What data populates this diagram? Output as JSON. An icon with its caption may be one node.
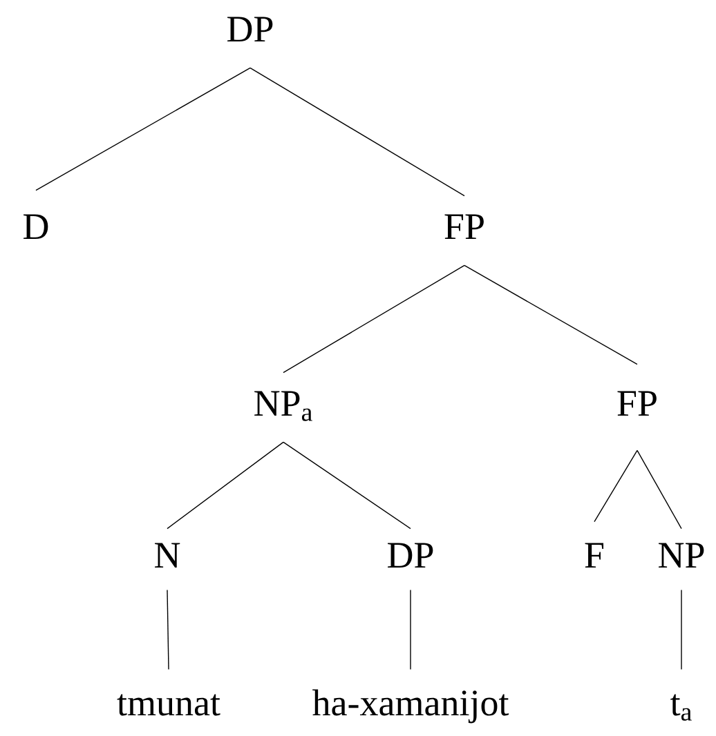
{
  "diagram": {
    "nodes": [
      {
        "text": [
          "DP"
        ]
      },
      {
        "text": [
          "D"
        ]
      },
      {
        "text": [
          "FP"
        ]
      },
      {
        "text": [
          "NP$_{a}$"
        ]
      },
      {
        "text": [
          "FP"
        ]
      },
      {
        "text": [
          "N"
        ]
      },
      {
        "text": [
          "DP"
        ]
      },
      {
        "text": [
          "F"
        ]
      },
      {
        "text": [
          "NP"
        ]
      },
      {
        "text": [
          "tmunat"
        ]
      },
      {
        "text": [
          "ha-xamanijot"
        ]
      },
      {
        "text": [
          "t$_{a}$"
        ]
      }
    ],
    "edges": [
      {
        "from": 0,
        "to": 1,
        "arrow": "none"
      },
      {
        "from": 0,
        "to": 2,
        "arrow": "none"
      },
      {
        "from": 2,
        "to": 3,
        "arrow": "none"
      },
      {
        "from": 2,
        "to": 4,
        "arrow": "none"
      },
      {
        "from": 3,
        "to": 5,
        "arrow": "none"
      },
      {
        "from": 3,
        "to": 6,
        "arrow": "none"
      },
      {
        "from": 4,
        "to": 7,
        "arrow": "none"
      },
      {
        "from": 4,
        "to": 8,
        "arrow": "none"
      },
      {
        "from": 5,
        "to": 9,
        "arrow": "none"
      },
      {
        "from": 6,
        "to": 10,
        "arrow": "none"
      },
      {
        "from": 8,
        "to": 11,
        "arrow": "none"
      }
    ]
  }
}
